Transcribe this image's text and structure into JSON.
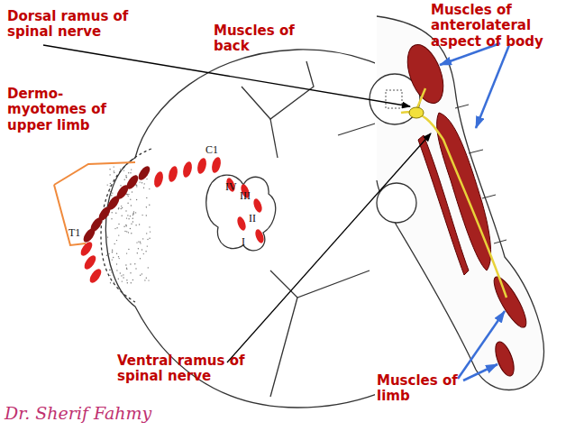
{
  "diagram": {
    "labels": [
      "Dorsal ramus of spinal nerve",
      "Muscles of back",
      "Muscles of anterolateral aspect of body",
      "Dermo-myotomes of upper limb",
      "C1",
      "IV",
      "III",
      "II",
      "I",
      "T1",
      "Ventral ramus of spinal nerve",
      "Muscles of limb",
      "Dr. Sherif Fahmy"
    ]
  }
}
